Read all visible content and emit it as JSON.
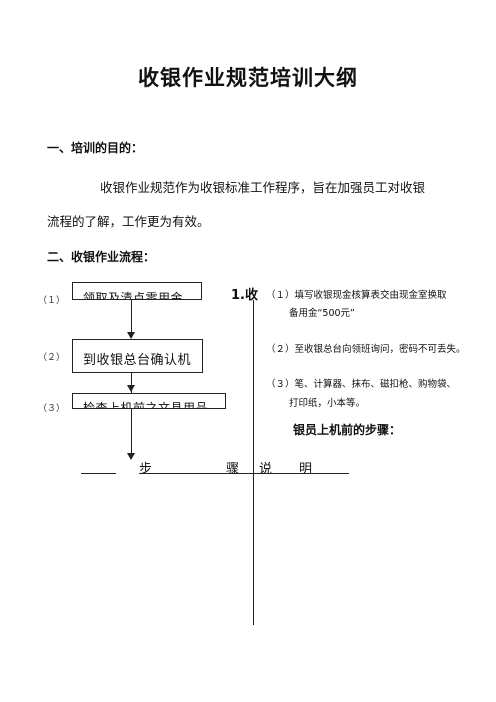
{
  "title": "收银作业规范培训大纲",
  "section1": {
    "heading": "一、培训的目的：",
    "paragraph_line1": "收银作业规范作为收银标准工作程序，旨在加强员工对收银",
    "paragraph_line2": "流程的了解，工作更为有效。"
  },
  "section2": {
    "heading": "二、收银作业流程："
  },
  "flow": {
    "steps": [
      {
        "num": "（１）",
        "text": "领取及清点零用金"
      },
      {
        "num": "（２）",
        "text": "到收银总台确认机"
      },
      {
        "num": "（３）",
        "text": "检查上机前之文具用品"
      }
    ],
    "side_marker": "1.收",
    "notes": [
      "（１）填写收银现金核算表交由现金室换取",
      "备用金“500元”",
      "（２）至收银总台向领班询问，密码不可丢失。",
      "（３）笔、计算器、抹布、磁扣枪、购物袋、",
      "打印纸，小本等。"
    ],
    "subheading": "银员上机前的步骤：",
    "footer_left_1": "步",
    "footer_left_2": "骤",
    "footer_right_1": "说",
    "footer_right_2": "明"
  }
}
